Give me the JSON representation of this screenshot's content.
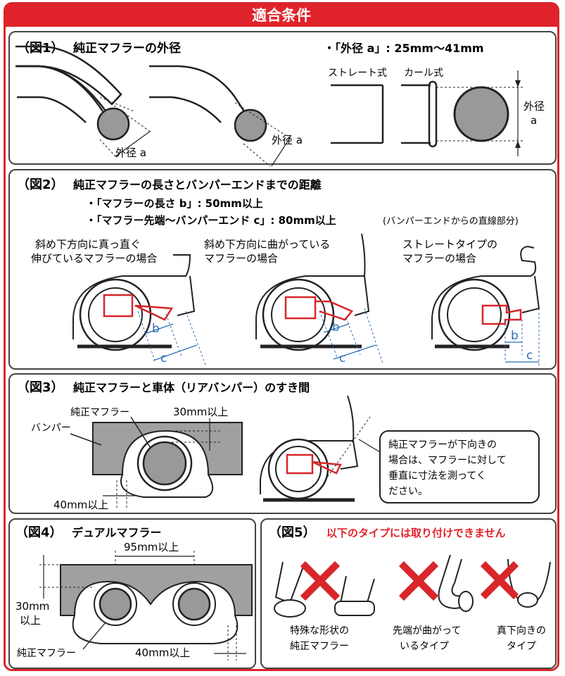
{
  "header": {
    "title": "適合条件"
  },
  "colors": {
    "accent_red": "#e0232a",
    "dim_blue": "#2a6fb5",
    "gray_fill": "#999999",
    "bumper_gray": "#a0a0a0"
  },
  "fig1": {
    "tag": "（図1）",
    "title": "純正マフラーの外径",
    "dia_label_1": "外径 a",
    "dia_label_2": "外径 a",
    "spec": "・「外径 a」: 25mm～41mm",
    "straight_label": "ストレート式",
    "curl_label": "カール式",
    "side_label_1": "外径",
    "side_label_2": "a"
  },
  "fig2": {
    "tag": "（図2）",
    "title": "純正マフラーの長さとバンパーエンドまでの距離",
    "spec_b": "・「マフラーの長さ b」: 50mm以上",
    "spec_c_main": "・「マフラー先端～バンパーエンド c」: 80mm以上",
    "spec_c_note": "(バンパーエンドからの直線部分)",
    "case1_line1": "斜め下方向に真っ直ぐ",
    "case1_line2": "伸びているマフラーの場合",
    "case2_line1": "斜め下方向に曲がっている",
    "case2_line2": "マフラーの場合",
    "case3_line1": "ストレートタイプの",
    "case3_line2": "マフラーの場合",
    "b": "b",
    "c": "c"
  },
  "fig3": {
    "tag": "（図3）",
    "title": "純正マフラーと車体（リアバンパー）のすき間",
    "muffler_label": "純正マフラー",
    "bumper_label": "バンパー",
    "gap_top": "30mm以上",
    "gap_side": "40mm以上",
    "note_line1": "純正マフラーが下向きの",
    "note_line2": "場合は、マフラーに対して",
    "note_line3": "垂直に寸法を測ってく",
    "note_line4": "ださい。"
  },
  "fig4": {
    "tag": "（図4）",
    "title": "デュアルマフラー",
    "gap_center": "95mm以上",
    "gap_top_1": "30mm",
    "gap_top_2": "以上",
    "gap_side": "40mm以上",
    "muffler_label": "純正マフラー"
  },
  "fig5": {
    "tag": "（図5）",
    "title": "以下のタイプには取り付けできません",
    "type1_line1": "特殊な形状の",
    "type1_line2": "純正マフラー",
    "type2_line1": "先端が曲がって",
    "type2_line2": "いるタイプ",
    "type3_line1": "真下向きの",
    "type3_line2": "タイプ"
  }
}
